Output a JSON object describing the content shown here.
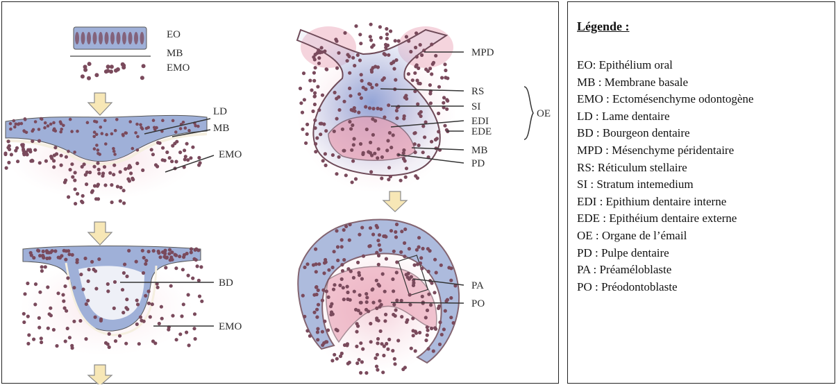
{
  "figure": {
    "labels": {
      "eo": "EO",
      "mb_1": "MB",
      "emo_1": "EMO",
      "ld": "LD",
      "mb_2": "MB",
      "emo_2": "EMO",
      "bd": "BD",
      "emo_3": "EMO",
      "mpd": "MPD",
      "rs": "RS",
      "si": "SI",
      "edi": "EDI",
      "ede": "EDE",
      "oe": "OE",
      "mb_3": "MB",
      "pd": "PD",
      "pa": "PA",
      "po": "PO"
    },
    "colors": {
      "cell": "#7a4a5c",
      "epithelium_blue": "#9fb0d8",
      "mesenchyme_pink": "#e7a7b8",
      "arrow_fill": "#f7e7b6",
      "arrow_stroke": "#8a8a8a",
      "pointer": "#333333"
    }
  },
  "legend": {
    "title": "Légende :",
    "items": [
      "EO: Epithélium oral",
      "MB : Membrane basale",
      "EMO : Ectomésenchyme odontogène",
      "LD : Lame dentaire",
      "BD : Bourgeon dentaire",
      "MPD : Mésenchyme péridentaire",
      "RS: Réticulum stellaire",
      "SI : Stratum intemedium",
      "EDI : Epithium dentaire interne",
      "EDE : Epithéium dentaire externe",
      "OE : Organe de l’émail",
      "PD : Pulpe dentaire",
      "PA : Préaméloblaste",
      "PO : Préodontoblaste"
    ]
  }
}
